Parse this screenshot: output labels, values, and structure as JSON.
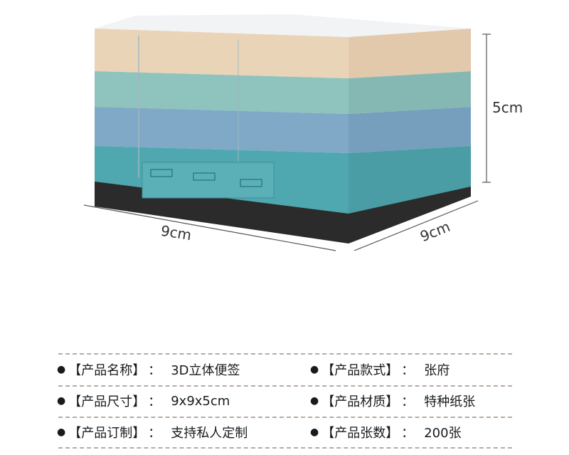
{
  "dimensions": {
    "height": "5cm",
    "width": "9cm",
    "depth": "9cm"
  },
  "colors": {
    "paper_white": "#f2f3f5",
    "paper_peach": "#ead4b8",
    "paper_teal": "#8fc3bd",
    "paper_blue": "#7fa9c7",
    "paper_cyan": "#4fa7b0",
    "base_black": "#2b2b2b",
    "divider": "#b9aaa0"
  },
  "icons": [
    "stacked-paper-icon",
    "tearing-notes-icon",
    "carved-house-icon"
  ],
  "specs": [
    {
      "key": "【产品名称】",
      "value": "3D立体便签"
    },
    {
      "key": "【产品款式】",
      "value": "张府"
    },
    {
      "key": "【产品尺寸】",
      "value": "9x9x5cm"
    },
    {
      "key": "【产品材质】",
      "value": "特种纸张"
    },
    {
      "key": "【产品订制】",
      "value": "支持私人定制"
    },
    {
      "key": "【产品张数】",
      "value": "200张"
    }
  ]
}
